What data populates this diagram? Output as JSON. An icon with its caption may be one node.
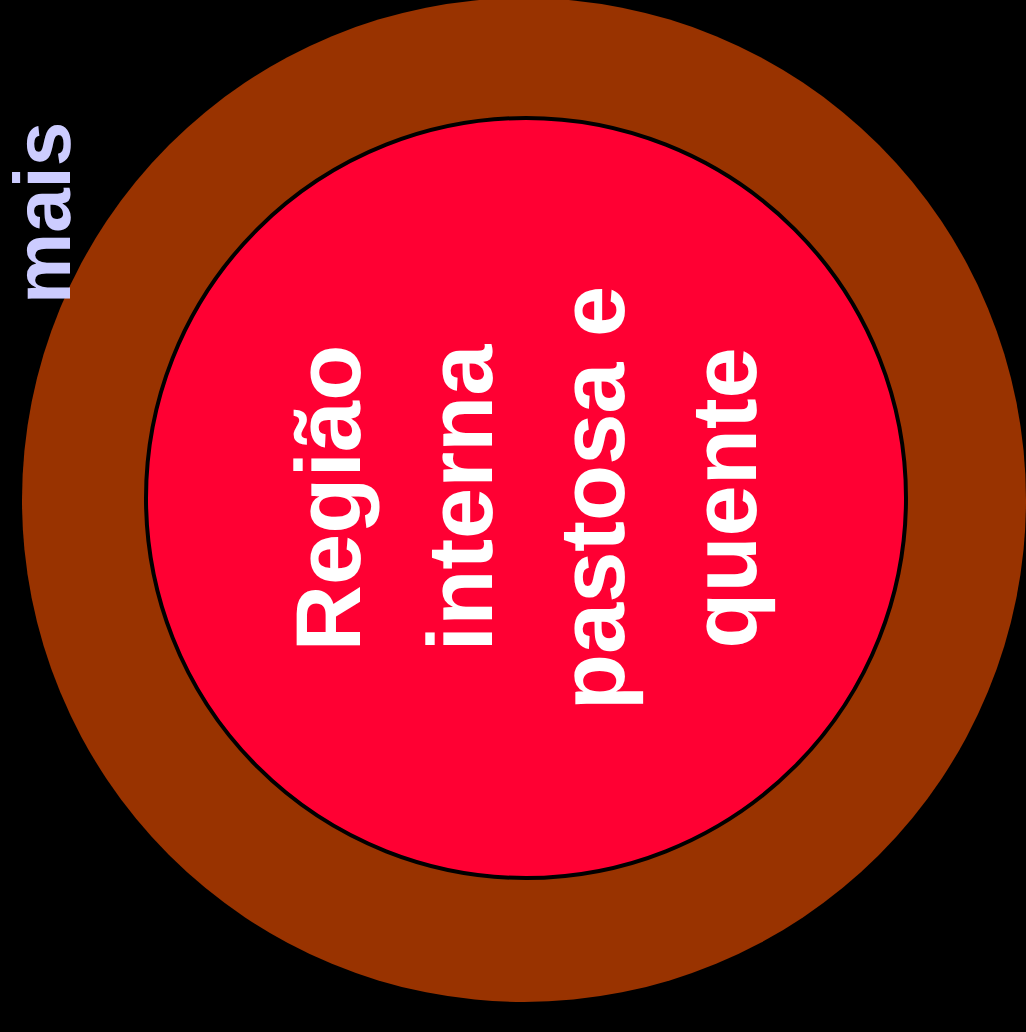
{
  "diagram": {
    "nodes": [
      {
        "text": [],
        "shape": "circle"
      },
      {
        "text": [
          "Região interna pastosa e quente"
        ],
        "in": 0
      }
    ],
    "labels": [
      "mais"
    ]
  }
}
